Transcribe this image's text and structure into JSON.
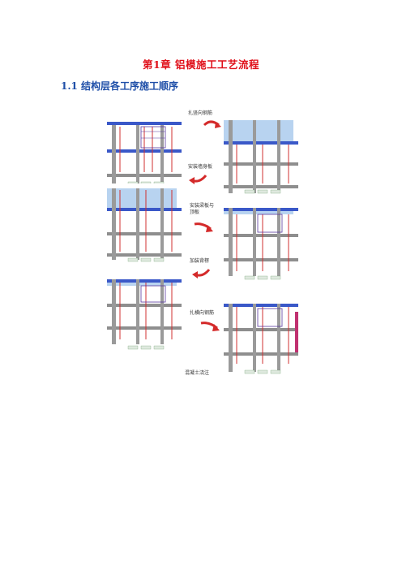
{
  "chapter_title": "第1章  铝模施工工艺流程",
  "section_title": "1.1 结构层各工序施工顺序",
  "steps": [
    {
      "label": "扎竖向钢筋"
    },
    {
      "label": "安装墙身板"
    },
    {
      "label": "安装梁板与顶板"
    },
    {
      "label": "加装背楞"
    },
    {
      "label": "扎横向钢筋"
    },
    {
      "label": "混凝土浇注"
    }
  ],
  "colors": {
    "chapter": "#e0101a",
    "section": "#1f4fa8",
    "arrow": "#d42a2a"
  }
}
